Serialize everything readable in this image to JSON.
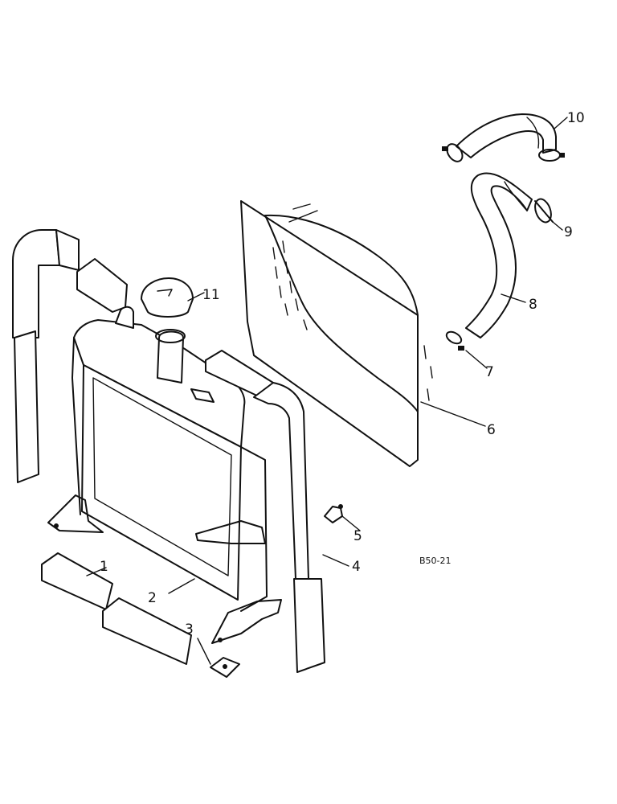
{
  "callouts": {
    "c1": "1",
    "c2": "2",
    "c3": "3",
    "c4": "4",
    "c5": "5",
    "c6": "6",
    "c7": "7",
    "c8": "8",
    "c9": "9",
    "c10": "10",
    "c11": "11"
  },
  "figure_code": "B50-21"
}
